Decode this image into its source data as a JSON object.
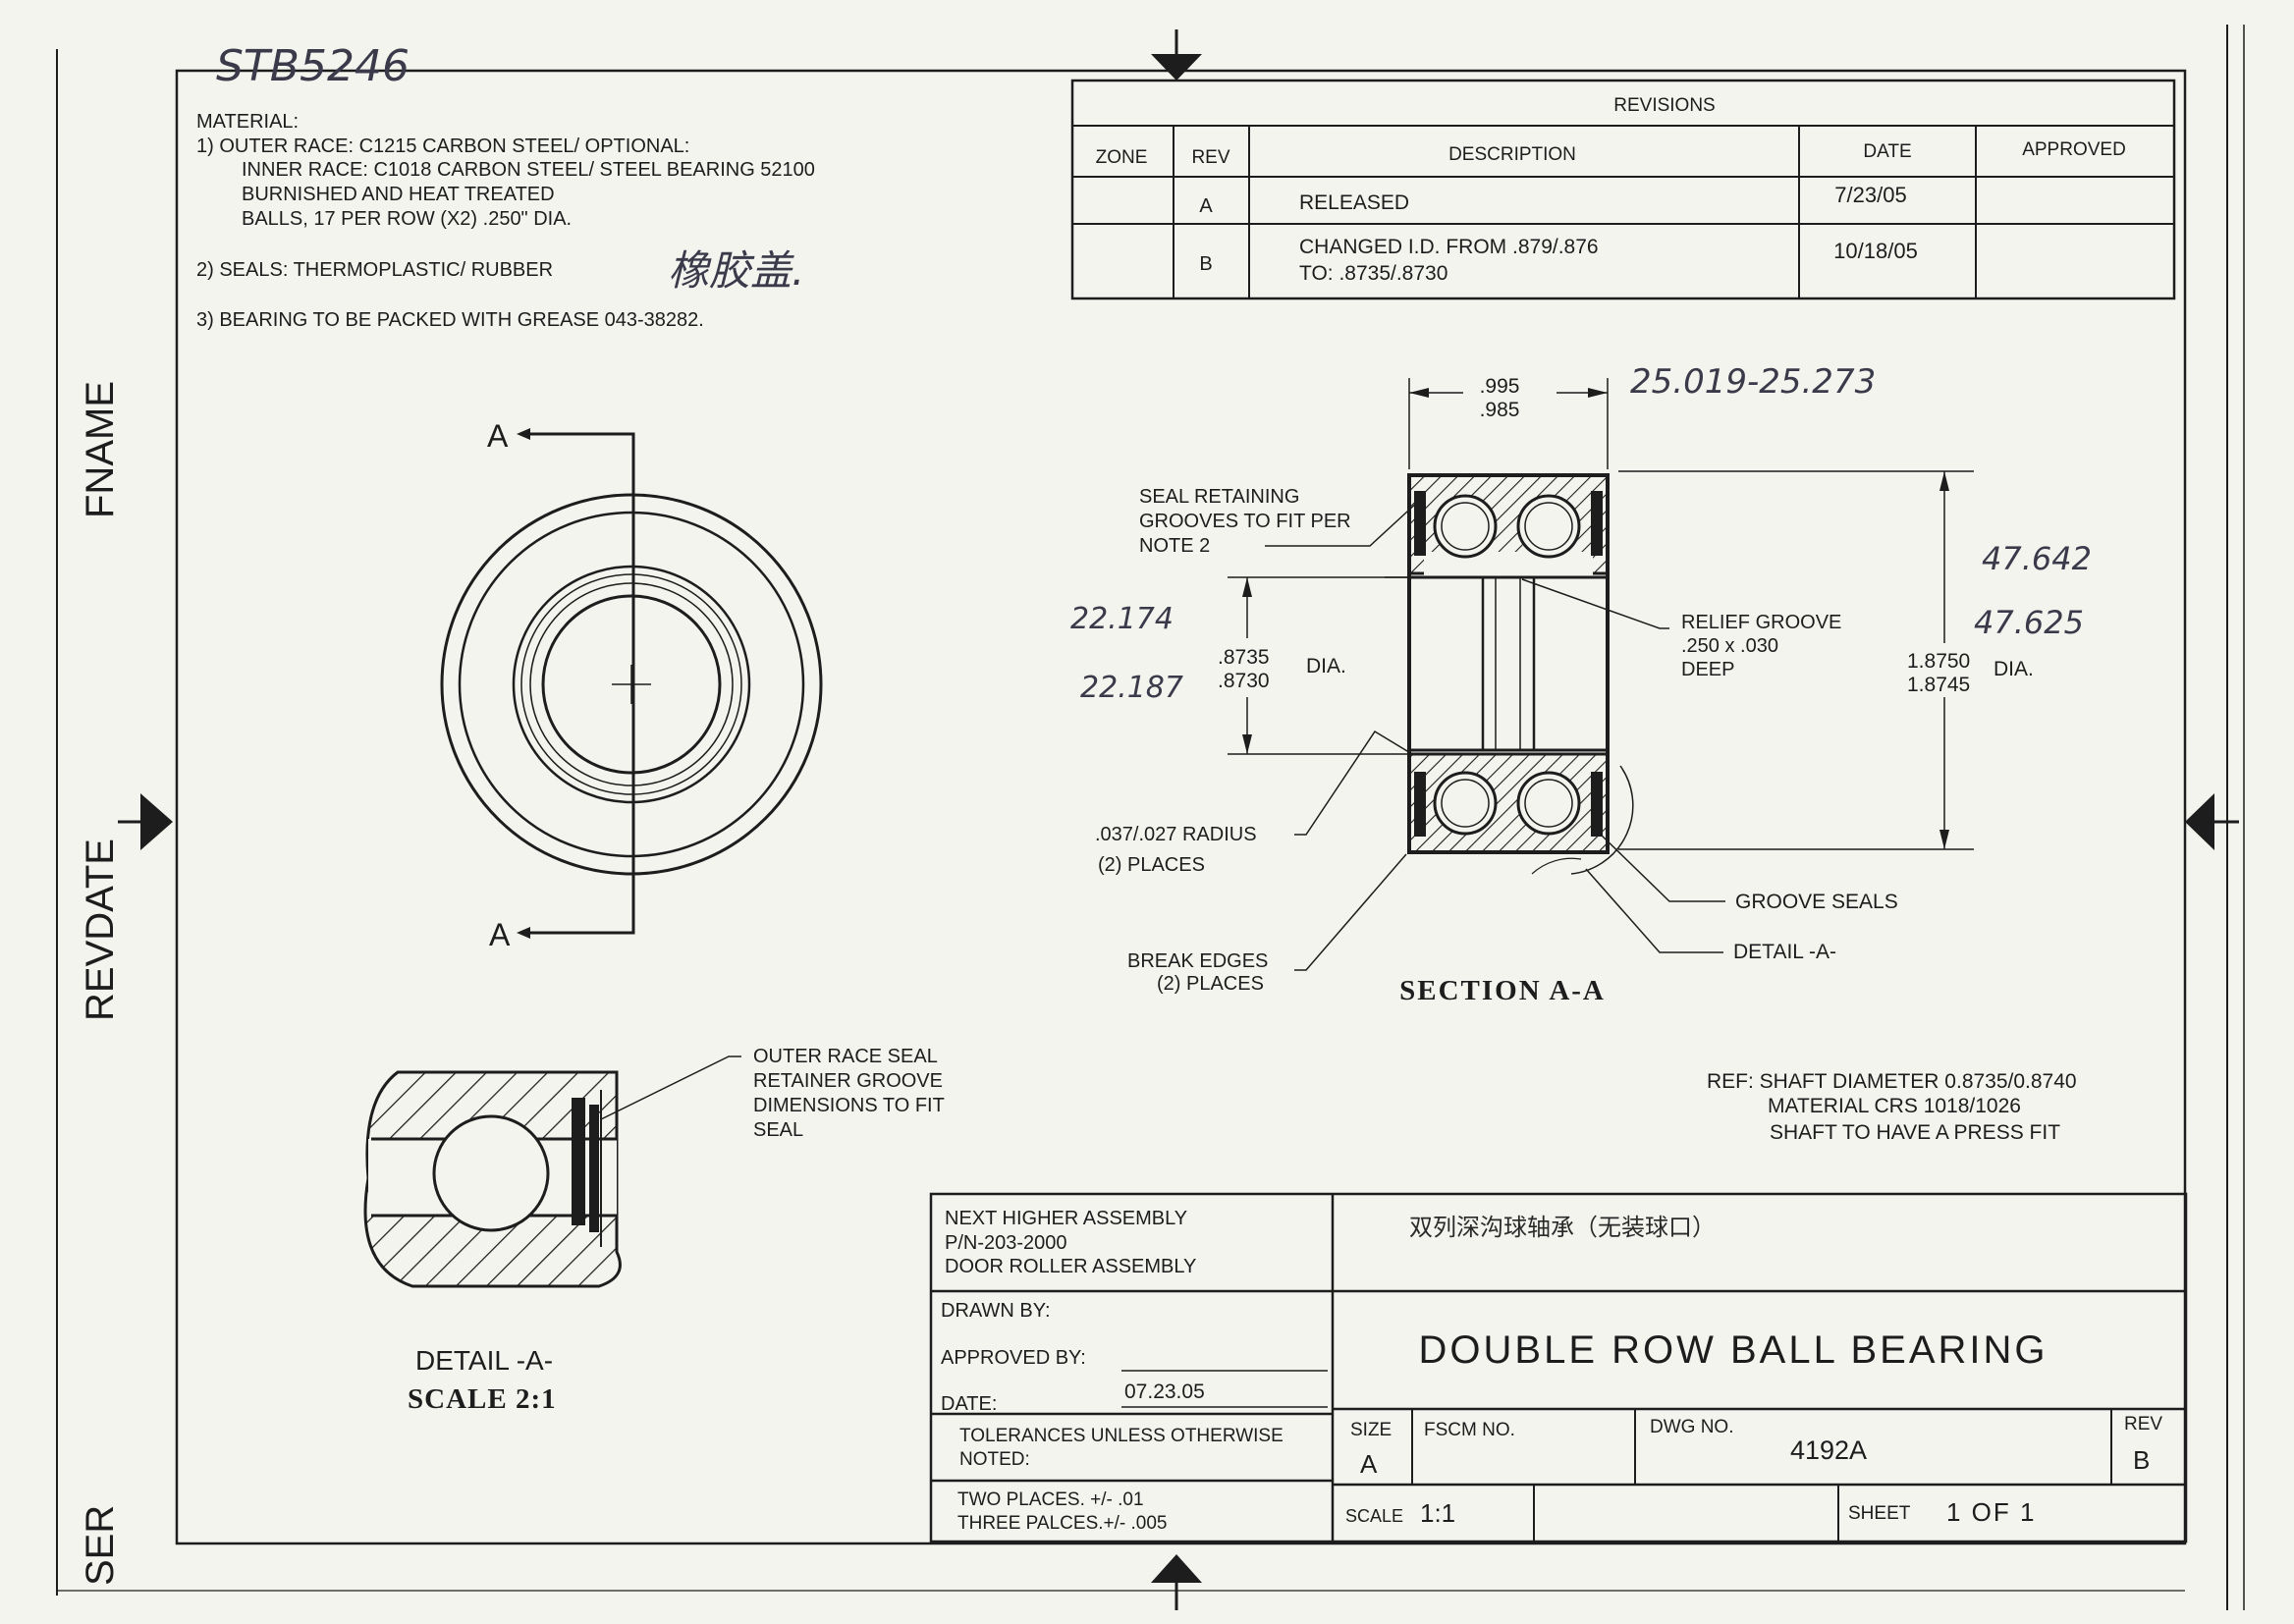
{
  "margin": {
    "fname": "FNAME",
    "revdate": "REVDATE",
    "ser": "SER",
    "handwritten_top": "STB5246"
  },
  "notes": {
    "heading": "MATERIAL:",
    "lines": [
      "1) OUTER RACE: C1215 CARBON STEEL/ OPTIONAL:",
      "INNER RACE: C1018 CARBON STEEL/ STEEL BEARING 52100",
      "BURNISHED AND HEAT TREATED",
      "BALLS, 17 PER ROW (X2) .250\" DIA.",
      "2) SEALS: THERMOPLASTIC/ RUBBER",
      "3) BEARING TO BE PACKED WITH GREASE 043-38282."
    ],
    "handwritten_seal": "橡胶盖."
  },
  "revisions": {
    "title": "REVISIONS",
    "headers": [
      "ZONE",
      "REV",
      "DESCRIPTION",
      "DATE",
      "APPROVED"
    ],
    "rows": [
      {
        "zone": "",
        "rev": "A",
        "description": "RELEASED",
        "description2": "",
        "date": "7/23/05",
        "approved": ""
      },
      {
        "zone": "",
        "rev": "B",
        "description": "CHANGED I.D. FROM .879/.876",
        "description2": "TO: .8735/.8730",
        "date": "10/18/05",
        "approved": ""
      }
    ]
  },
  "views": {
    "section_marker_top": "A",
    "section_marker_bottom": "A",
    "section_title": "SECTION A-A",
    "detail_title": "DETAIL -A-",
    "detail_scale": "SCALE 2:1"
  },
  "dimensions": {
    "width_upper": ".995",
    "width_lower": ".985",
    "width_handwritten": "25.019-25.273",
    "bore_upper": ".8735",
    "bore_lower": ".8730",
    "bore_unit": "DIA.",
    "bore_handwritten_upper": "22.174",
    "bore_handwritten_lower": "22.187",
    "od_upper": "1.8750",
    "od_lower": "1.8745",
    "od_unit": "DIA.",
    "od_handwritten_upper": "47.642",
    "od_handwritten_lower": "47.625"
  },
  "callouts": {
    "seal_retaining": [
      "SEAL RETAINING",
      "GROOVES TO FIT PER",
      "NOTE 2"
    ],
    "relief_groove": [
      "RELIEF GROOVE",
      ".250 x .030",
      "DEEP"
    ],
    "radius": [
      ".037/.027 RADIUS",
      "(2) PLACES"
    ],
    "break_edges": [
      "BREAK EDGES",
      "(2) PLACES"
    ],
    "groove_seals": "GROOVE SEALS",
    "detail_a": "DETAIL -A-",
    "outer_race_seal": [
      "OUTER RACE SEAL",
      "RETAINER GROOVE",
      "DIMENSIONS TO FIT",
      "SEAL"
    ]
  },
  "ref_note": [
    "REF: SHAFT DIAMETER 0.8735/0.8740",
    "MATERIAL CRS 1018/1026",
    "SHAFT TO HAVE A PRESS FIT"
  ],
  "title_block": {
    "nha_lines": [
      "NEXT HIGHER ASSEMBLY",
      "P/N-203-2000",
      "DOOR ROLLER ASSEMBLY"
    ],
    "chinese_title": "双列深沟球轴承（无装球口）",
    "drawn_by_label": "DRAWN BY:",
    "approved_by_label": "APPROVED BY:",
    "date_label": "DATE:",
    "date_value": "07.23.05",
    "title": "DOUBLE ROW BALL BEARING",
    "tolerance_lines": [
      "TOLERANCES UNLESS OTHERWISE",
      "NOTED:"
    ],
    "two_places": "TWO PLACES.  +/-  .01",
    "three_places": "THREE PALCES.+/-  .005",
    "size_label": "SIZE",
    "size_value": "A",
    "fscm_label": "FSCM NO.",
    "dwg_label": "DWG NO.",
    "dwg_value": "4192A",
    "rev_label": "REV",
    "rev_value": "B",
    "scale_label": "SCALE",
    "scale_value": "1:1",
    "sheet_label": "SHEET",
    "sheet_value": "1 OF 1"
  }
}
